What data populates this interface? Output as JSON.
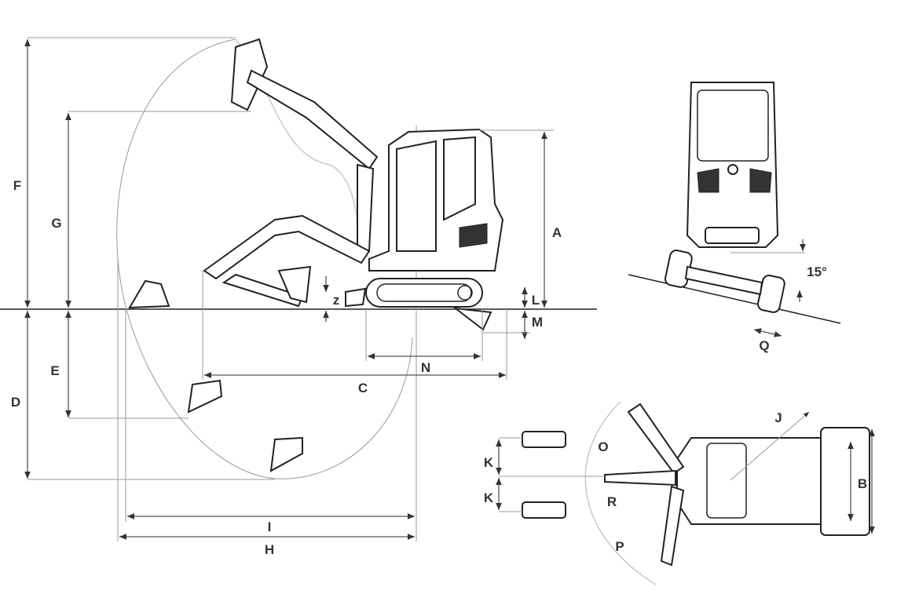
{
  "diagram": {
    "title": "Mini excavator dimensions",
    "side_view_labels": {
      "F": "F",
      "G": "G",
      "A": "A",
      "E": "E",
      "D": "D",
      "C": "C",
      "N": "N",
      "L": "L",
      "M": "M",
      "z": "z",
      "I": "I",
      "H": "H"
    },
    "rear_view_labels": {
      "angle": "15°",
      "Q": "Q"
    },
    "top_view_labels": {
      "J": "J",
      "O": "O",
      "K1": "K",
      "K2": "K",
      "R": "R",
      "P": "P",
      "B": "B"
    }
  }
}
